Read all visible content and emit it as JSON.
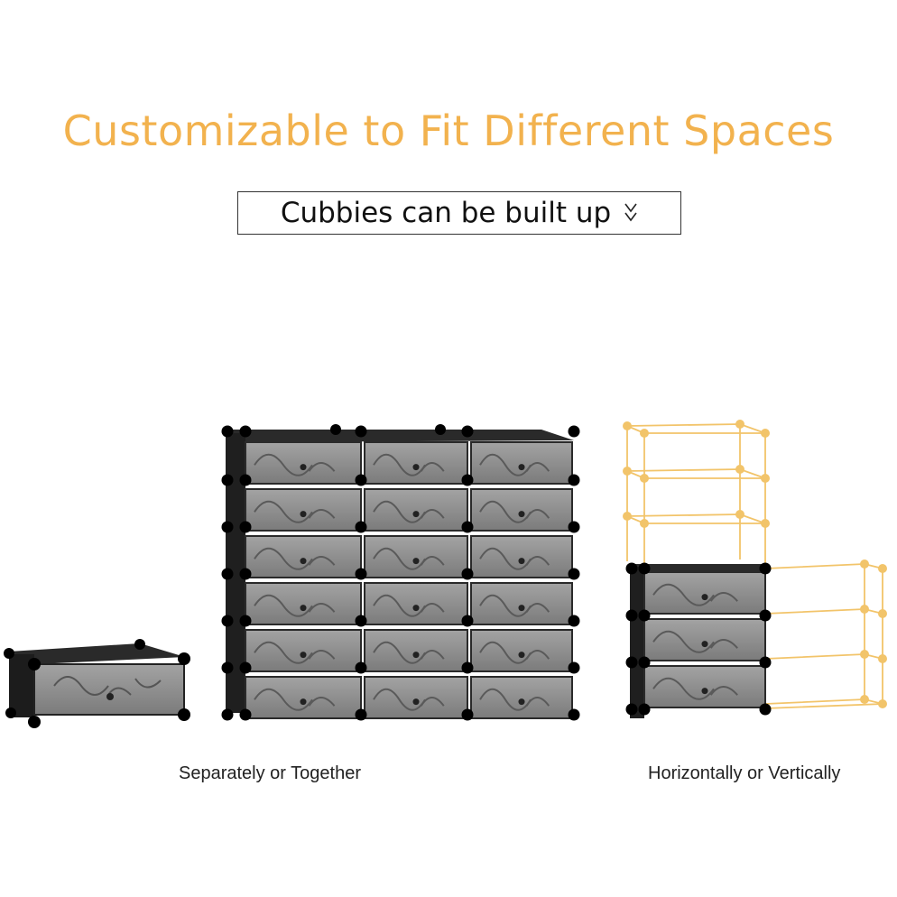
{
  "header": {
    "title": "Customizable to Fit Different Spaces",
    "subtitle": "Cubbies can be built up"
  },
  "captions": {
    "left": "Separately or Together",
    "right": "Horizontally or Vertically"
  },
  "colors": {
    "accent": "#f2b24e",
    "frame": "#111111",
    "panel": "#8d8d8d",
    "wireframe": "#f2c46a"
  },
  "icons": [
    "chevron-down-icon"
  ]
}
